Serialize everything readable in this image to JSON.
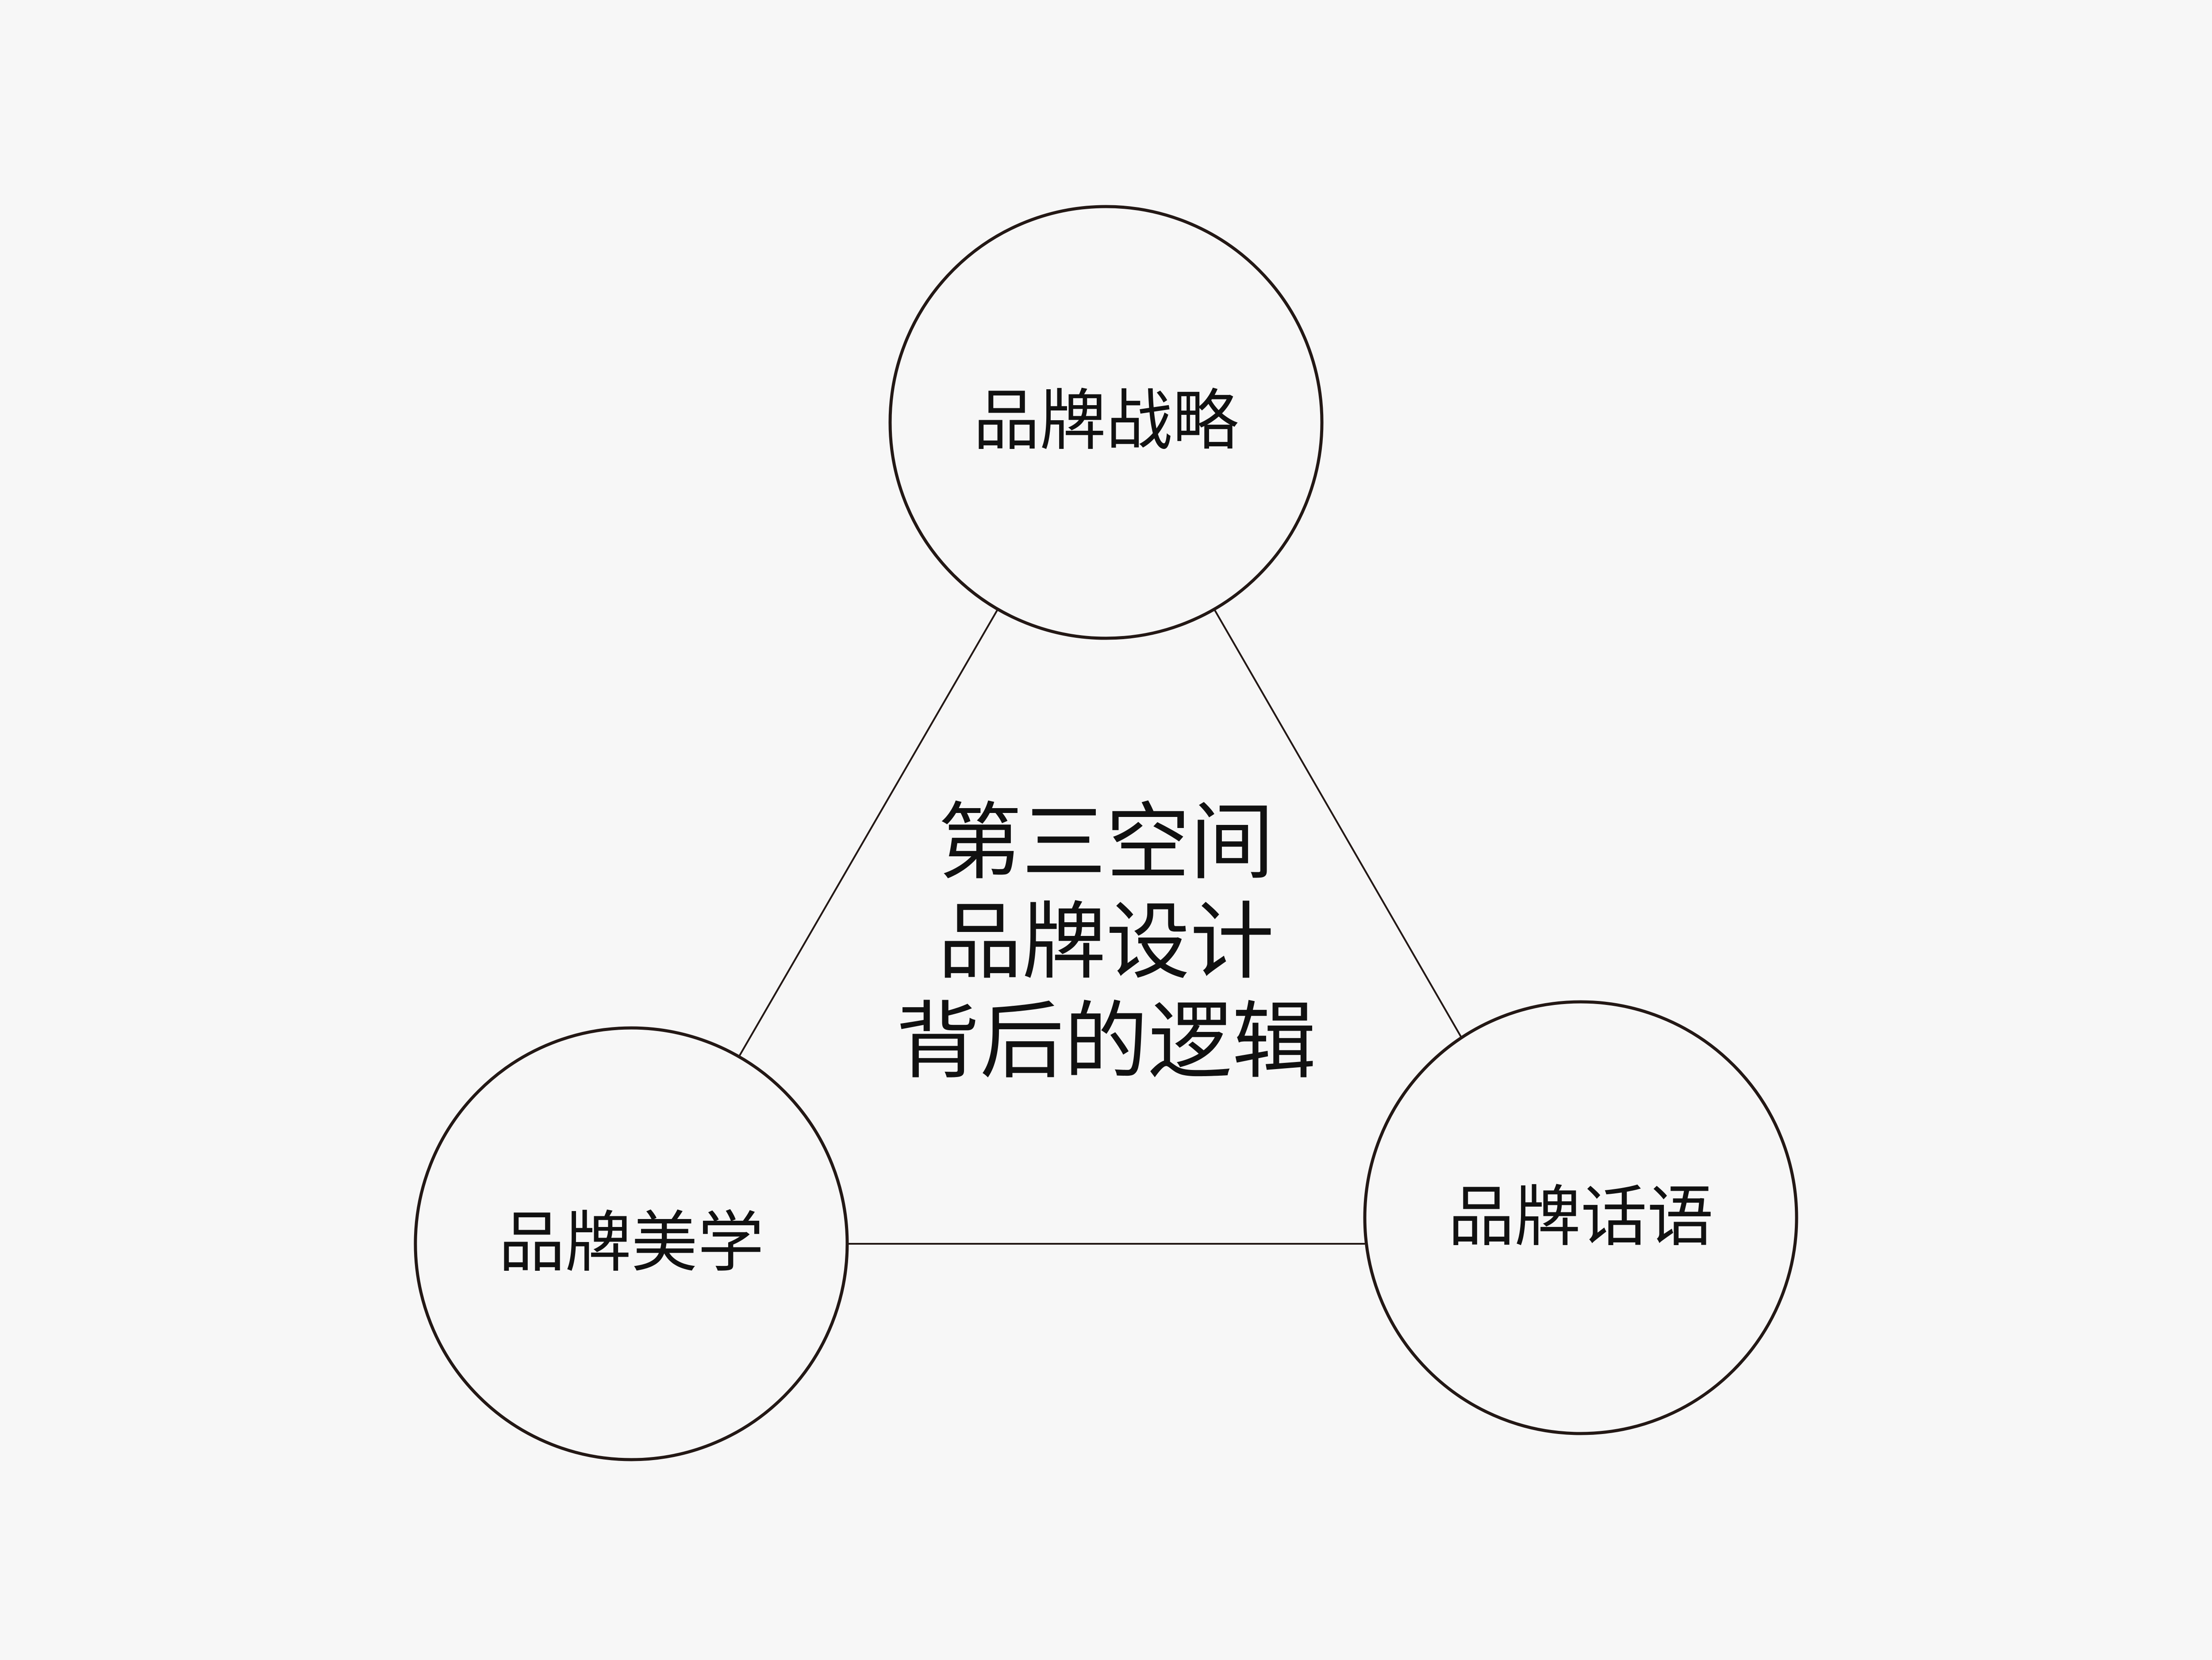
{
  "colors": {
    "background": "#f7f7f7",
    "stroke": "#231815",
    "text": "#111111"
  },
  "nodes": {
    "top": {
      "label": "品牌战略"
    },
    "left": {
      "label": "品牌美学"
    },
    "right": {
      "label": "品牌话语"
    }
  },
  "center": {
    "lines": [
      "第三空间",
      "品牌设计",
      "背后的逻辑"
    ]
  }
}
